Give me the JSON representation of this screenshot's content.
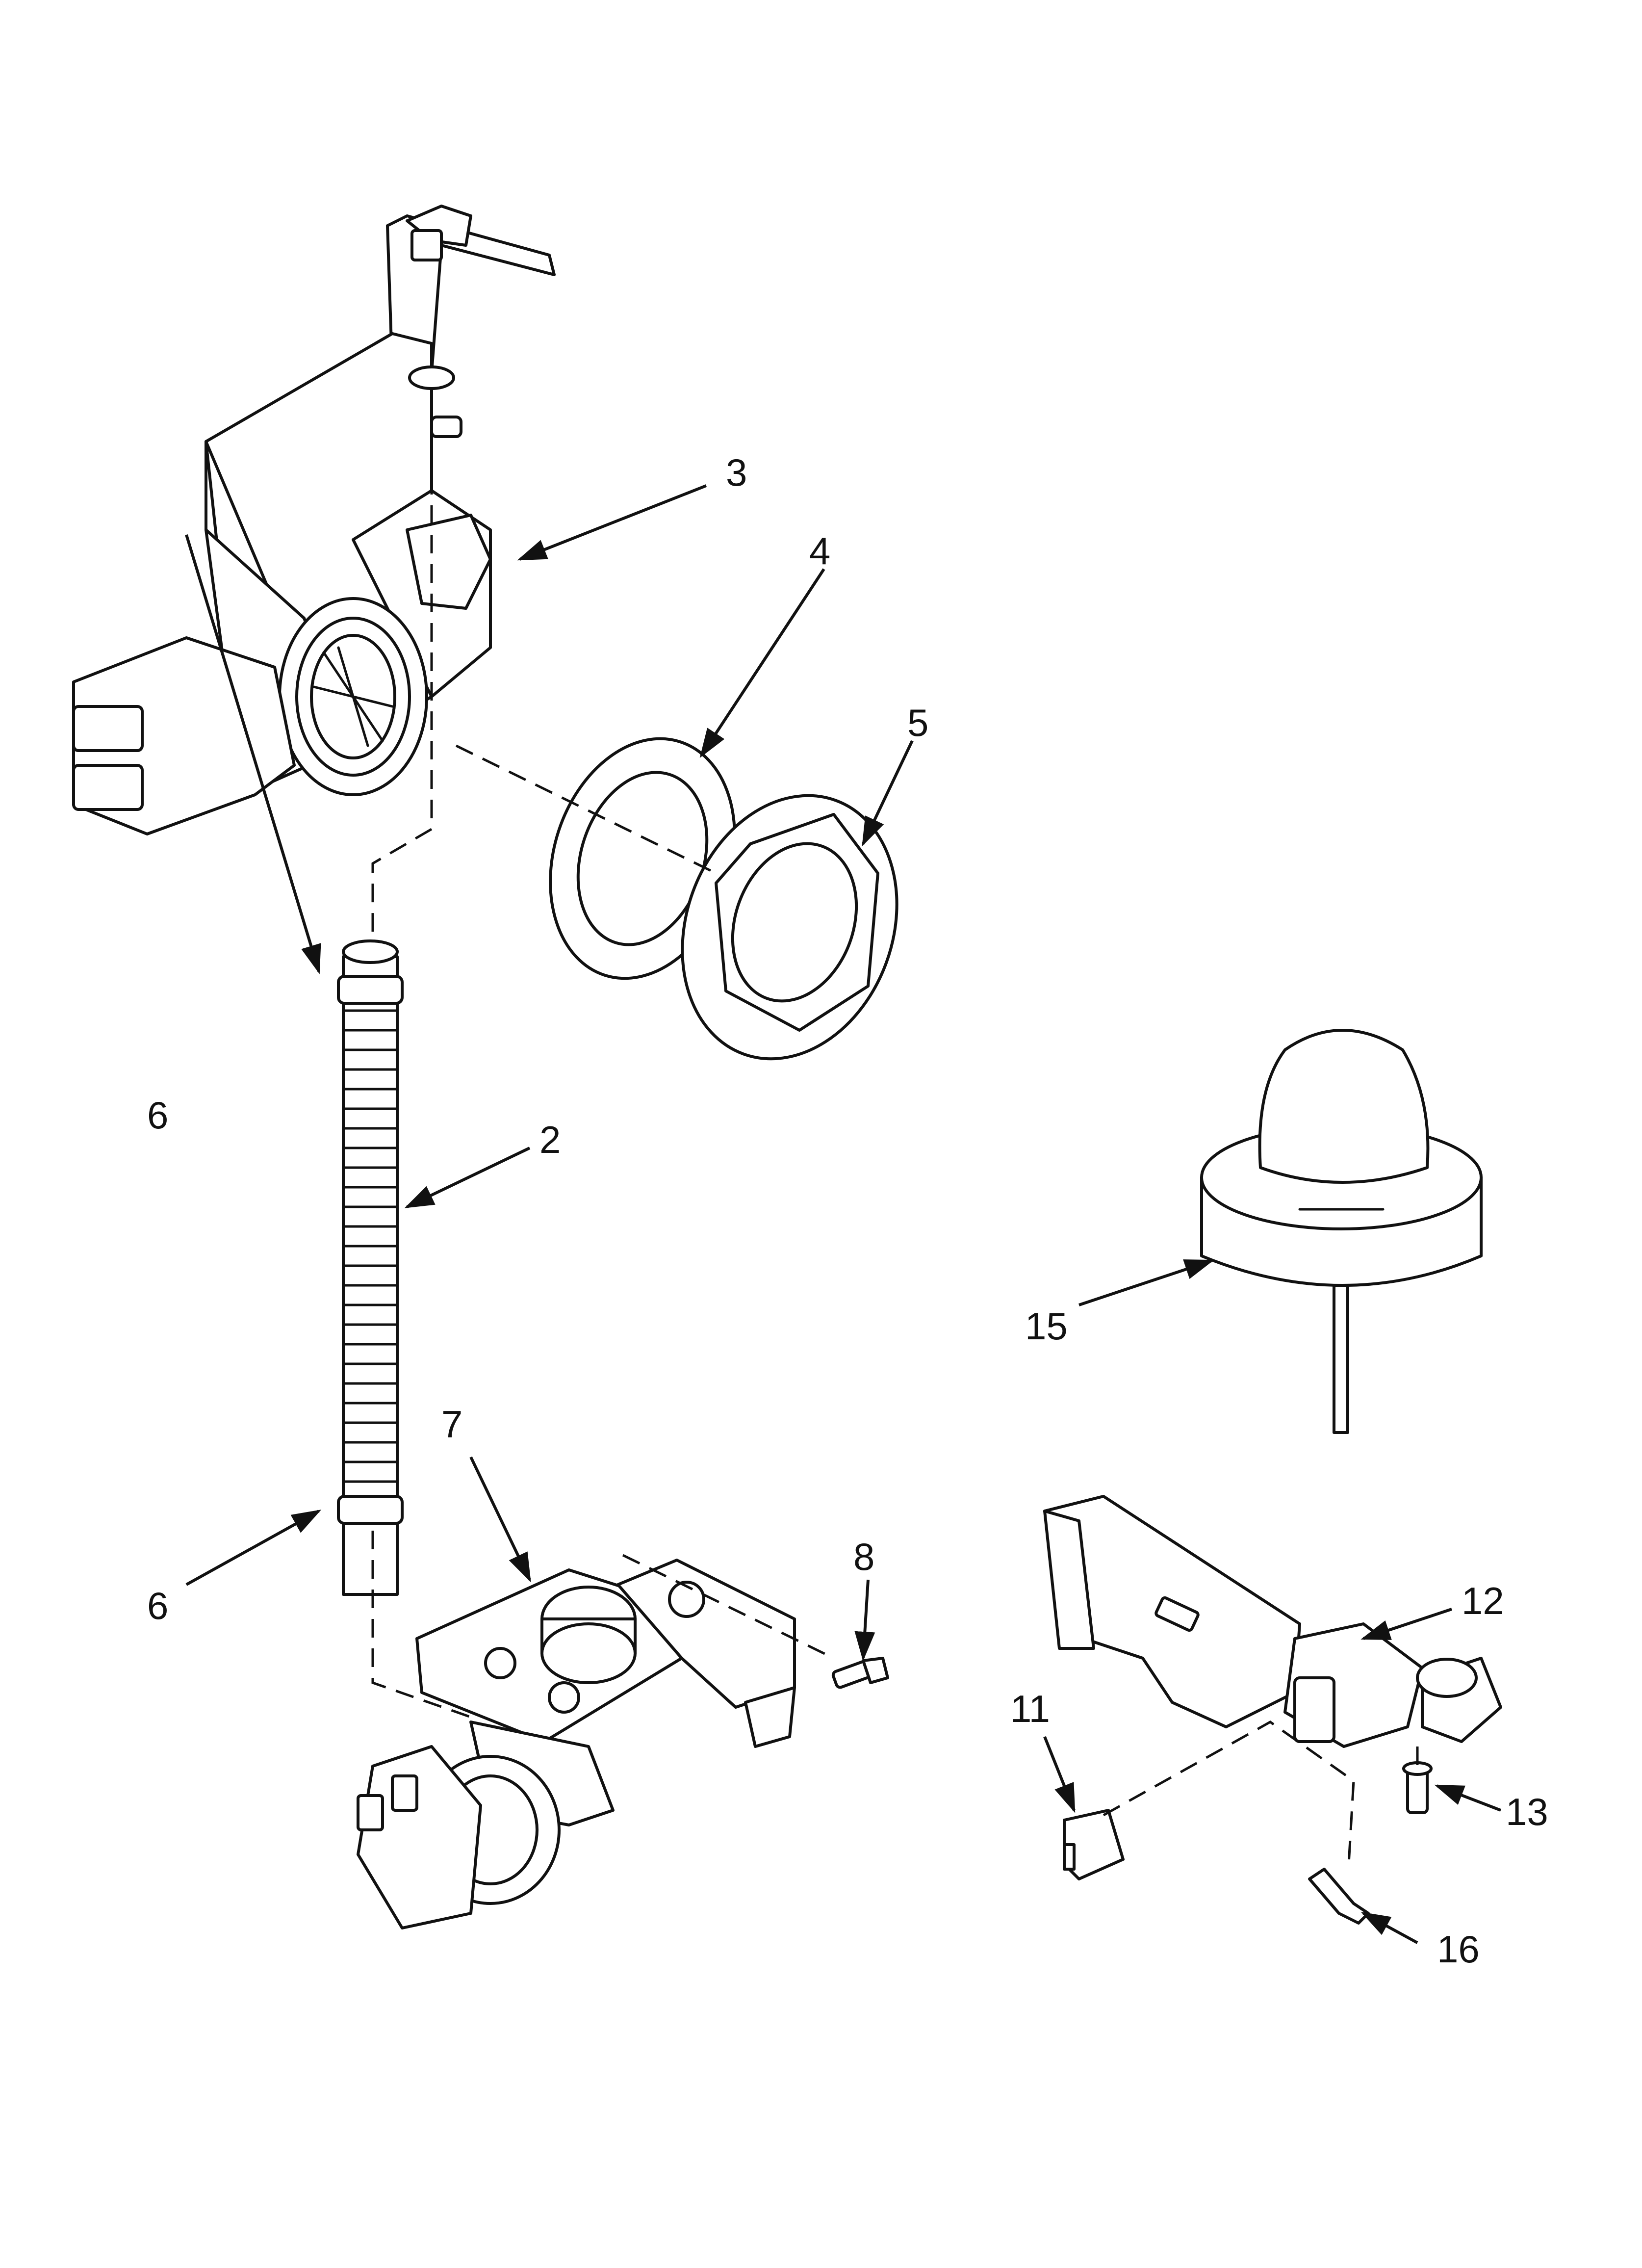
{
  "callouts": [
    {
      "id": "c3",
      "label": "3"
    },
    {
      "id": "c4",
      "label": "4"
    },
    {
      "id": "c5",
      "label": "5"
    },
    {
      "id": "c6a",
      "label": "6"
    },
    {
      "id": "c2",
      "label": "2"
    },
    {
      "id": "c15",
      "label": "15"
    },
    {
      "id": "c7",
      "label": "7"
    },
    {
      "id": "c8",
      "label": "8"
    },
    {
      "id": "c6b",
      "label": "6"
    },
    {
      "id": "c12",
      "label": "12"
    },
    {
      "id": "c11",
      "label": "11"
    },
    {
      "id": "c13",
      "label": "13"
    },
    {
      "id": "c16",
      "label": "16"
    }
  ],
  "colors": {
    "line": "#111111",
    "background": "#ffffff"
  }
}
